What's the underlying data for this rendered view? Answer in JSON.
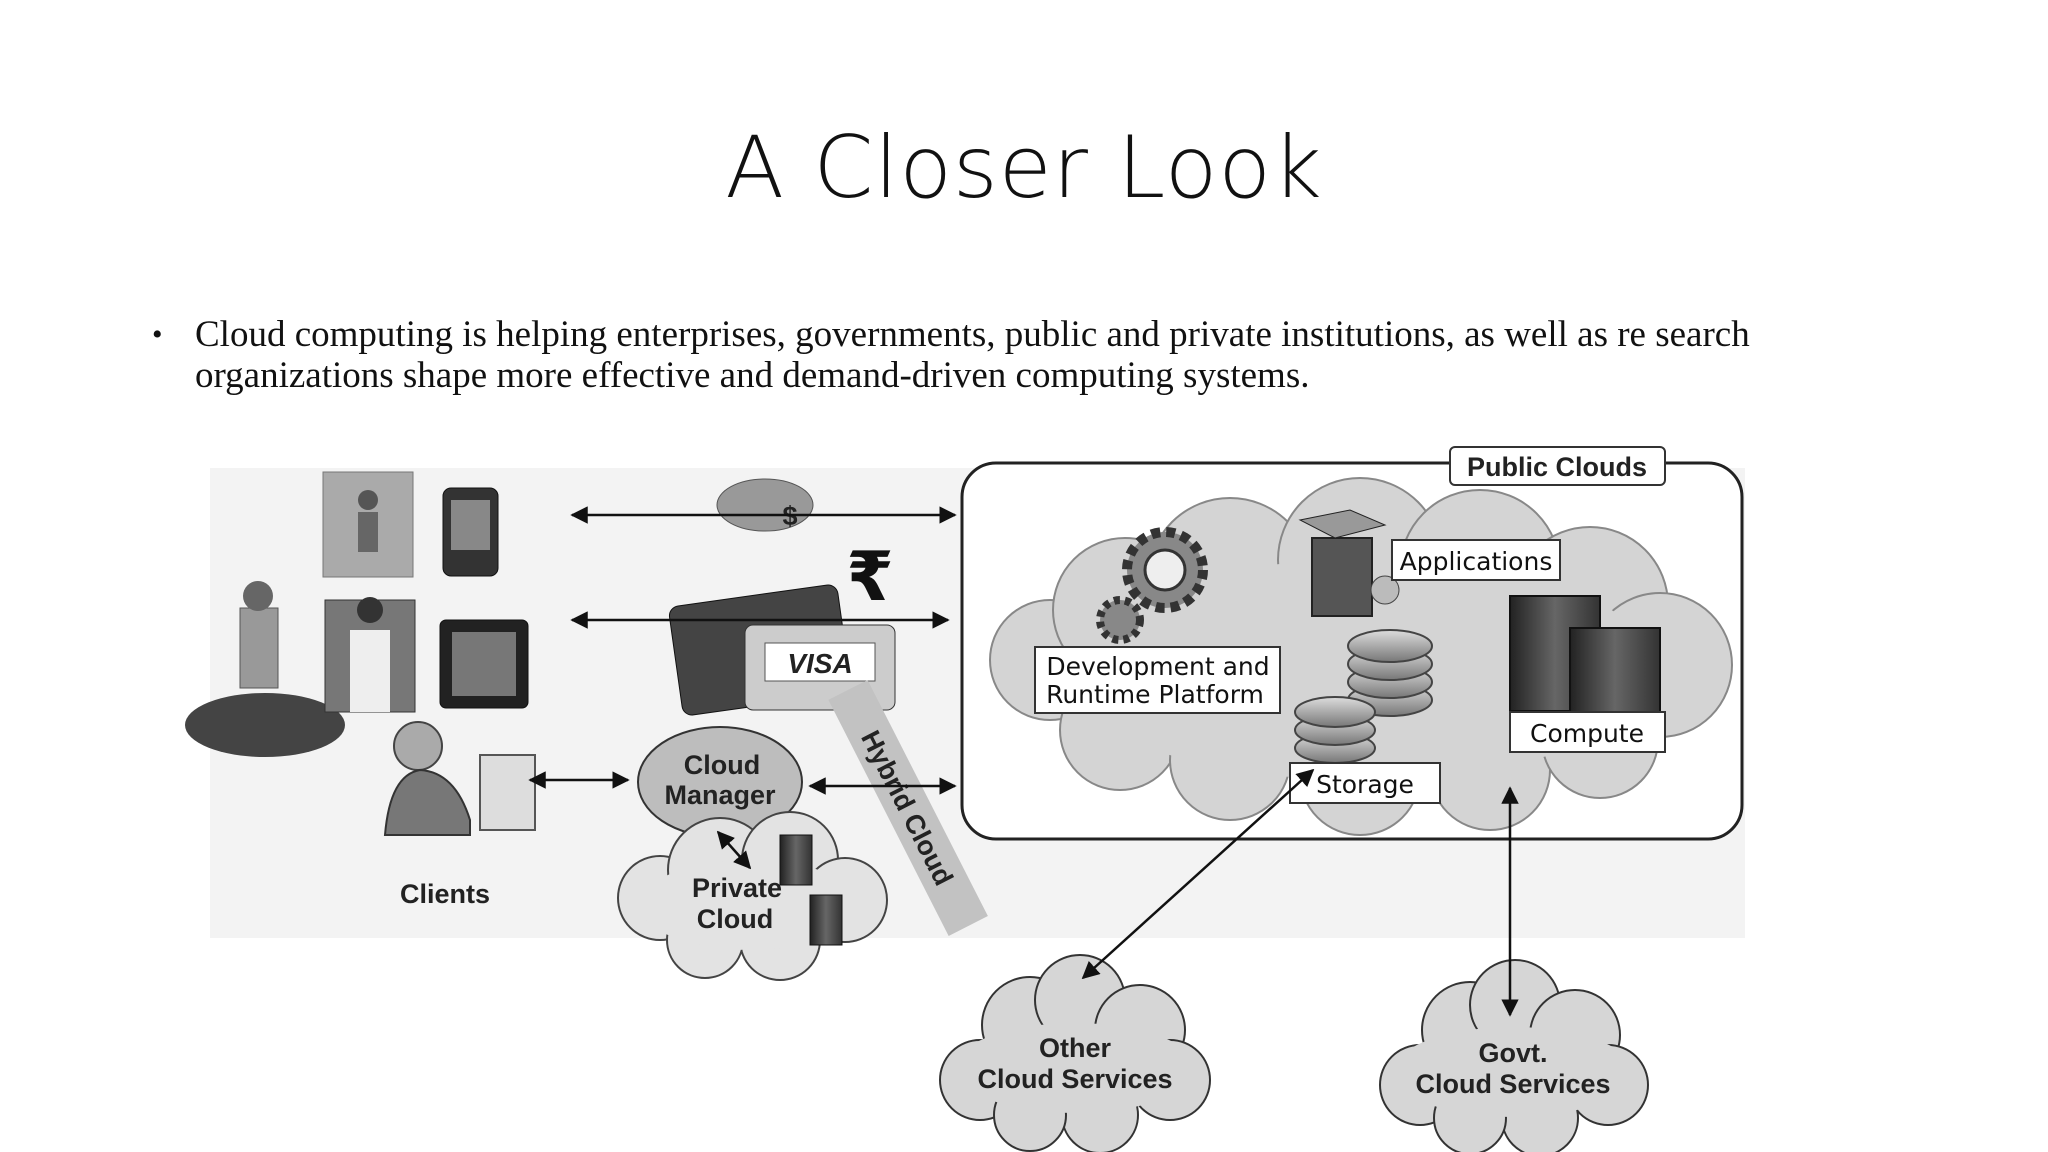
{
  "slide": {
    "title": "A Closer Look",
    "bullet": "Cloud computing is helping enterprises, governments, public and private institutions, as well as re search organizations shape more effective and demand-driven computing systems."
  },
  "diagram": {
    "public_clouds": "Public Clouds",
    "applications": "Applications",
    "dev_platform_line1": "Development and",
    "dev_platform_line2": "Runtime Platform",
    "compute": "Compute",
    "storage": "Storage",
    "cloud_manager_line1": "Cloud",
    "cloud_manager_line2": "Manager",
    "private_cloud_line1": "Private",
    "private_cloud_line2": "Cloud",
    "hybrid_cloud": "Hybrid Cloud",
    "clients": "Clients",
    "other_services_line1": "Other",
    "other_services_line2": "Cloud Services",
    "govt_services_line1": "Govt.",
    "govt_services_line2": "Cloud Services",
    "card_text": "VISA",
    "currency_dollar": "$",
    "currency_rupee": "₹"
  }
}
